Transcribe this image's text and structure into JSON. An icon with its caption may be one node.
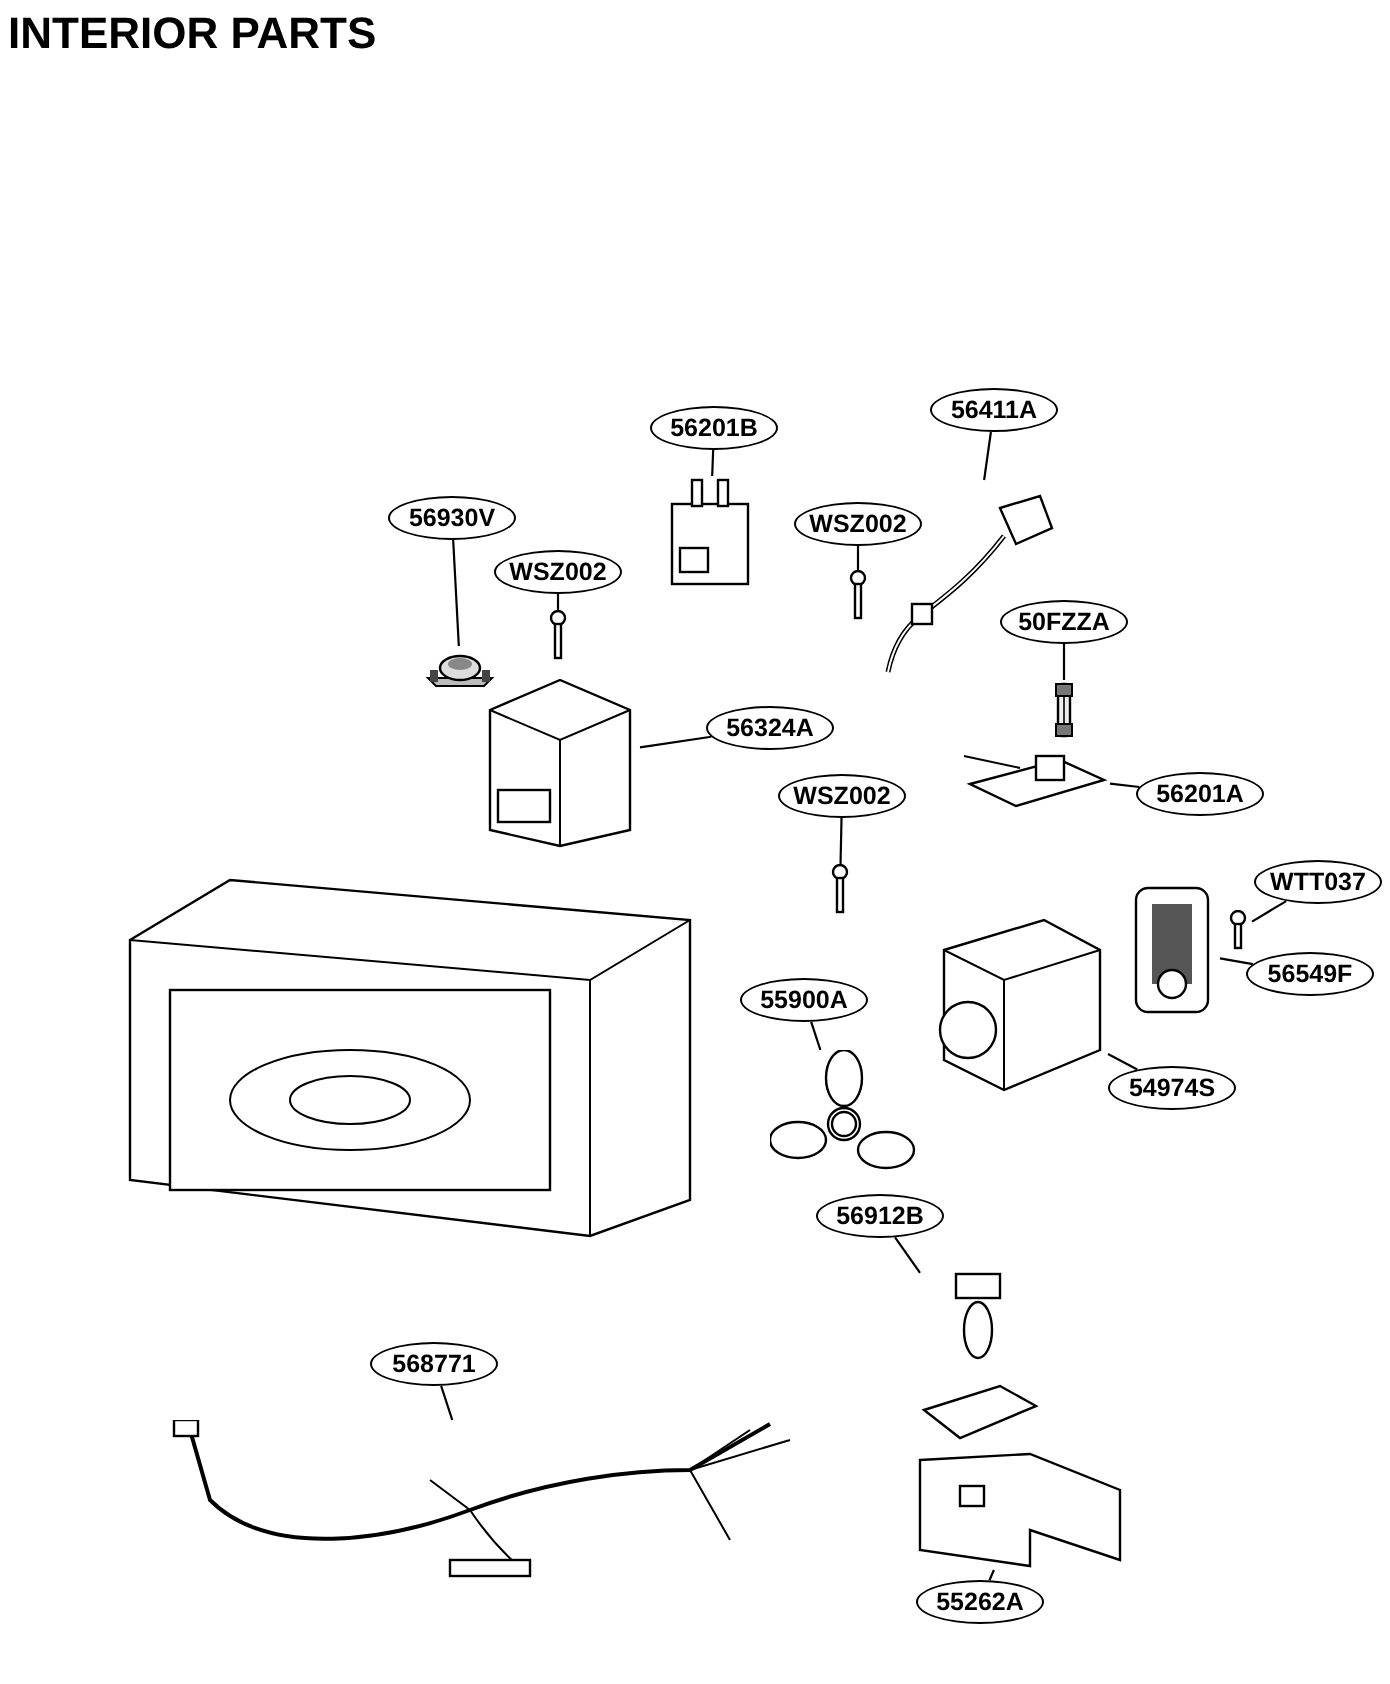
{
  "diagram": {
    "title": "INTERIOR PARTS",
    "nodes": [
      {
        "text": [
          "56201B"
        ]
      },
      {
        "text": [
          "56411A"
        ]
      },
      {
        "text": [
          "56930V"
        ]
      },
      {
        "text": [
          "WSZ002"
        ]
      },
      {
        "text": [
          "WSZ002"
        ]
      },
      {
        "text": [
          "50FZZA"
        ]
      },
      {
        "text": [
          "56324A"
        ]
      },
      {
        "text": [
          "56201A"
        ]
      },
      {
        "text": [
          "WSZ002"
        ]
      },
      {
        "text": [
          "WTT037"
        ]
      },
      {
        "text": [
          "55900A"
        ]
      },
      {
        "text": [
          "56549F"
        ]
      },
      {
        "text": [
          "54974S"
        ]
      },
      {
        "text": [
          "56912B"
        ]
      },
      {
        "text": [
          "568771"
        ]
      },
      {
        "text": [
          "55262A"
        ]
      },
      {
        "text": [],
        "shape": "picture"
      },
      {
        "text": [],
        "shape": "picture"
      },
      {
        "text": [],
        "shape": "picture"
      },
      {
        "text": [],
        "shape": "picture"
      },
      {
        "text": [],
        "shape": "picture"
      },
      {
        "text": [],
        "shape": "picture"
      },
      {
        "text": [],
        "shape": "picture"
      },
      {
        "text": [],
        "shape": "picture"
      },
      {
        "text": [],
        "shape": "picture"
      },
      {
        "text": [],
        "shape": "picture"
      },
      {
        "text": [],
        "shape": "picture"
      },
      {
        "text": [],
        "shape": "picture"
      },
      {
        "text": [],
        "shape": "picture"
      },
      {
        "text": [],
        "shape": "picture"
      },
      {
        "text": [],
        "shape": "picture"
      },
      {
        "text": [],
        "shape": "picture"
      }
    ],
    "edges": [
      {
        "from": 0,
        "to": 16,
        "arrow": "none"
      },
      {
        "from": 1,
        "to": 17,
        "arrow": "none"
      },
      {
        "from": 2,
        "to": 18,
        "arrow": "none"
      },
      {
        "from": 3,
        "to": 19,
        "arrow": "none"
      },
      {
        "from": 4,
        "to": 20,
        "arrow": "none"
      },
      {
        "from": 5,
        "to": 21,
        "arrow": "none"
      },
      {
        "from": 6,
        "to": 22,
        "arrow": "none"
      },
      {
        "from": 7,
        "to": 23,
        "arrow": "none"
      },
      {
        "from": 8,
        "to": 24,
        "arrow": "none"
      },
      {
        "from": 9,
        "to": 25,
        "arrow": "none"
      },
      {
        "from": 10,
        "to": 26,
        "arrow": "none"
      },
      {
        "from": 11,
        "to": 27,
        "arrow": "none"
      },
      {
        "from": 12,
        "to": 28,
        "arrow": "none"
      },
      {
        "from": 13,
        "to": 29,
        "arrow": "none"
      },
      {
        "from": 14,
        "to": 30,
        "arrow": "none"
      },
      {
        "from": 15,
        "to": 31,
        "arrow": "none"
      }
    ]
  }
}
